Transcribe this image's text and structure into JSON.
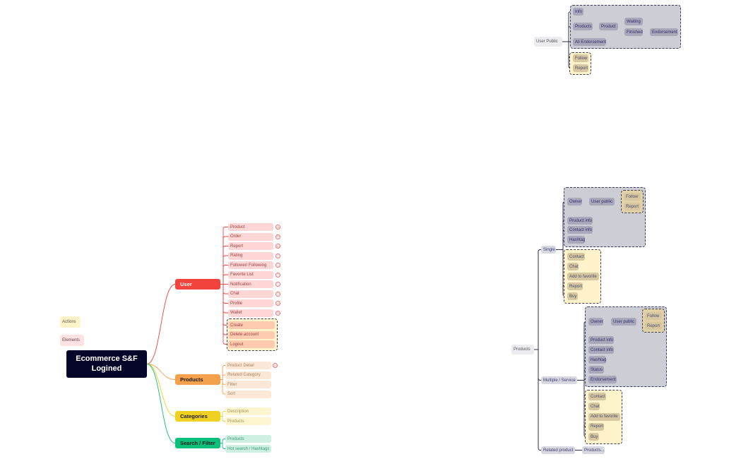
{
  "legend": {
    "actions": "Actions",
    "elements": "Elements"
  },
  "root": {
    "title": "Ecommerce S&F Logined"
  },
  "colors": {
    "user": "#f2433d",
    "products": "#f5a04c",
    "categories": "#f0d020",
    "search": "#0cbf7a",
    "root": "#05052a",
    "tree_line": "#2e2e4a"
  },
  "user": {
    "label": "User",
    "items": [
      {
        "label": "Product",
        "count": "26"
      },
      {
        "label": "Order",
        "count": "10"
      },
      {
        "label": "Report",
        "count": "10"
      },
      {
        "label": "Rating",
        "count": "2"
      },
      {
        "label": "Follower/ Following",
        "count": "3"
      },
      {
        "label": "Favorite List",
        "count": "3"
      },
      {
        "label": "Notification",
        "count": "7"
      },
      {
        "label": "Chat",
        "count": "2"
      },
      {
        "label": "Profile",
        "count": "13"
      },
      {
        "label": "Wallet",
        "count": "8"
      }
    ],
    "actions": [
      "Create",
      "Delete account",
      "Logout"
    ]
  },
  "products": {
    "label": "Products",
    "items": [
      "Product Detail",
      "Related Category",
      "Filter",
      "Sort"
    ],
    "detail_count": "20"
  },
  "categories": {
    "label": "Categories",
    "items": [
      "Description",
      "Products"
    ]
  },
  "search": {
    "label": "Search / Filter",
    "items": [
      "Products",
      "Hot search / Hashtags"
    ]
  },
  "user_public": {
    "label": "User Public",
    "info": "Info",
    "products": "Products",
    "product": "Product",
    "waiting": "Waiting",
    "finished": "Finished",
    "endorsement": "Endorsement",
    "all_endorsement": "All Endorsement",
    "follow": "Follow",
    "report": "Report"
  },
  "product_tree": {
    "label": "Products",
    "single": {
      "label": "Single",
      "owner": "Owner",
      "user_public": "User public",
      "follow": "Follow",
      "report": "Report",
      "product_info": "Product info",
      "contact_info": "Contact info",
      "hashtag": "Hashtag",
      "actions": [
        "Contact",
        "Chat",
        "Add to favorite",
        "Report",
        "Buy"
      ]
    },
    "multiple": {
      "label": "Multiple / Service",
      "owner": "Owner",
      "user_public": "User public",
      "follow": "Follow",
      "report": "Report",
      "product_info": "Product info",
      "contact_info": "Contact info",
      "hashtag": "Hashtag",
      "status": "Status",
      "endorsement": "Endorsement",
      "actions": [
        "Contact",
        "Chat",
        "Add to favorite",
        "Report",
        "Buy"
      ]
    },
    "related": {
      "label": "Related product",
      "products": "Products..."
    }
  }
}
